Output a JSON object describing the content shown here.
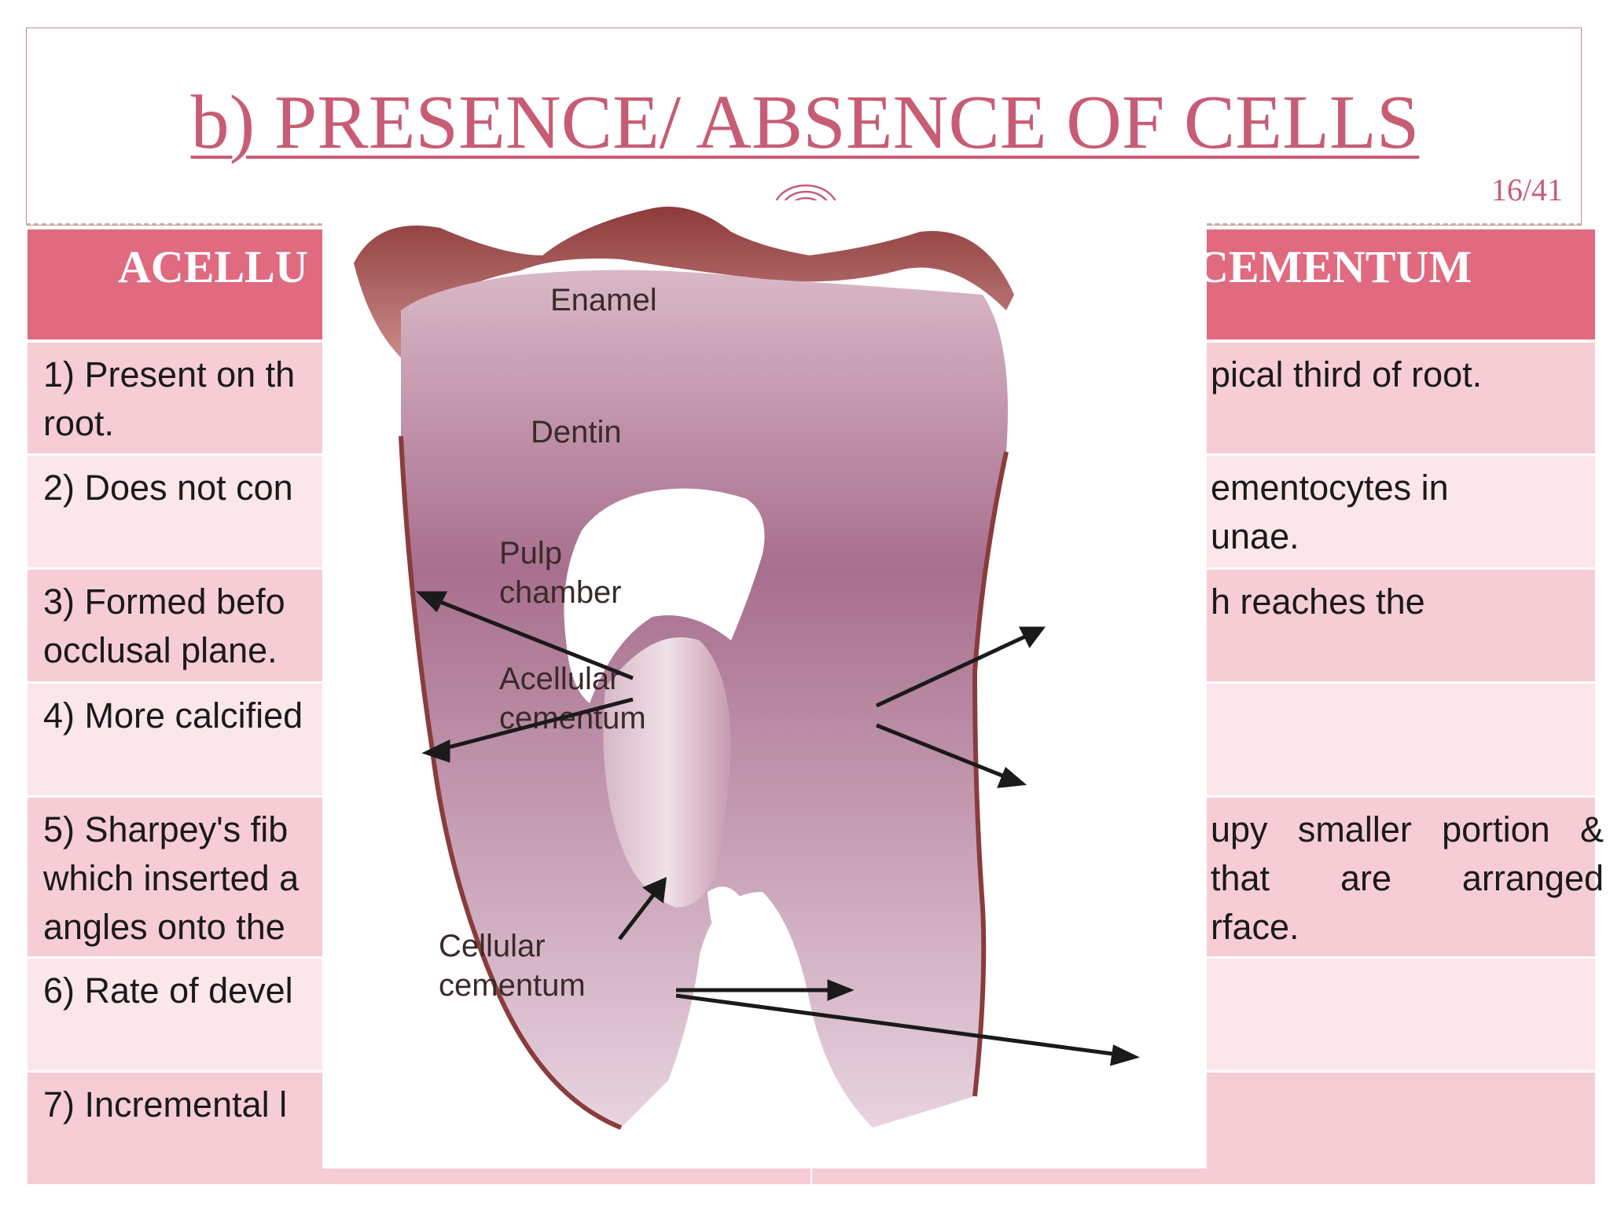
{
  "slide": {
    "title": "b) PRESENCE/ ABSENCE OF CELLS",
    "page": "16/41"
  },
  "table": {
    "header_left": "ACELLU",
    "header_right": "CEMENTUM",
    "rows": [
      {
        "left": "1) Present on th\nroot.",
        "right": "pical third of root."
      },
      {
        "left": "2) Does not con",
        "right": "ementocytes in\nunae."
      },
      {
        "left": "3) Formed befo\nocclusal plane.",
        "right": "h reaches the"
      },
      {
        "left": "4) More calcified",
        "right": ""
      },
      {
        "left": "5) Sharpey's fib\nwhich inserted a\nangles onto the",
        "right": "upy smaller portion &\nthat  are  arranged\nrface."
      },
      {
        "left": "6) Rate of devel",
        "right": ""
      },
      {
        "left": "7) Incremental l",
        "right": ""
      }
    ]
  },
  "figure": {
    "labels": {
      "enamel": "Enamel",
      "dentin": "Dentin",
      "pulp1": "Pulp",
      "pulp2": "chamber",
      "acell1": "Acellular",
      "acell2": "cementum",
      "cell1": "Cellular",
      "cell2": "cementum"
    }
  },
  "colors": {
    "accent": "#e06a7f",
    "title": "#c85c74",
    "row_dark": "#f6cdd4",
    "row_light": "#fbe6ea"
  }
}
